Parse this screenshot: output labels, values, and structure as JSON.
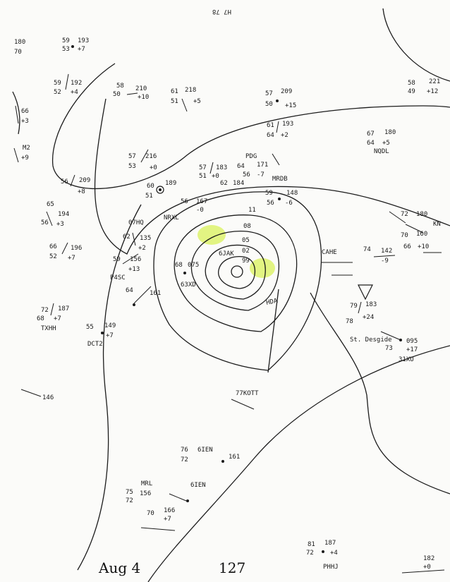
{
  "map": {
    "header_note": "H7 78",
    "caption": {
      "date": "Aug 4",
      "number": "127"
    },
    "isobar_labels": [
      "11",
      "08",
      "05",
      "02",
      "99"
    ],
    "center_code": "HDA",
    "colors": {
      "ink": "#1c1c1c",
      "highlight": "#d9f25a",
      "paper": "#fbfbf9"
    },
    "stations": [
      {
        "t": "180",
        "td": "70",
        "p": "",
        "tend": "",
        "code": ""
      },
      {
        "t": "59",
        "td": "53",
        "p": "193",
        "tend": "+7",
        "code": ""
      },
      {
        "t": "59",
        "td": "52",
        "p": "192",
        "tend": "+4",
        "code": ""
      },
      {
        "t": "58",
        "td": "50",
        "p": "210",
        "tend": "+10",
        "code": ""
      },
      {
        "t": "61",
        "td": "51",
        "p": "218",
        "tend": "+5",
        "code": ""
      },
      {
        "t": "57",
        "td": "50",
        "p": "209",
        "tend": "+15",
        "code": ""
      },
      {
        "t": "58",
        "td": "49",
        "p": "221",
        "tend": "+12",
        "code": ""
      },
      {
        "t": "66",
        "td": "",
        "p": "",
        "tend": "+3",
        "code": ""
      },
      {
        "t": "61",
        "td": "64",
        "p": "193",
        "tend": "+2",
        "code": ""
      },
      {
        "t": "67",
        "td": "64",
        "p": "180",
        "tend": "+5",
        "code": "NQDL"
      },
      {
        "t": "M2",
        "td": "",
        "p": "",
        "tend": "+9",
        "code": ""
      },
      {
        "t": "57",
        "td": "53",
        "p": "216",
        "tend": "+0",
        "code": ""
      },
      {
        "t": "57",
        "td": "51",
        "p": "183",
        "tend": "+0",
        "code": ""
      },
      {
        "t": "64",
        "td": "56",
        "p": "171",
        "tend": "-7",
        "code": "PDG"
      },
      {
        "t": "56",
        "td": "",
        "p": "209",
        "tend": "+8",
        "code": ""
      },
      {
        "t": "60",
        "td": "51",
        "p": "189",
        "tend": "",
        "code": ""
      },
      {
        "t": "62",
        "td": "",
        "p": "184",
        "tend": "",
        "code": "MRDB"
      },
      {
        "t": "59",
        "td": "56",
        "p": "148",
        "tend": "-6",
        "code": ""
      },
      {
        "t": "56",
        "td": "",
        "p": "167",
        "tend": "-0",
        "code": "NRXL"
      },
      {
        "t": "65",
        "td": "56",
        "p": "194",
        "tend": "+3",
        "code": ""
      },
      {
        "t": "",
        "td": "",
        "p": "",
        "tend": "",
        "code": "07HQ"
      },
      {
        "t": "62",
        "td": "",
        "p": "135",
        "tend": "+2",
        "code": ""
      },
      {
        "t": "72",
        "td": "",
        "p": "180",
        "tend": "",
        "code": ""
      },
      {
        "t": "70",
        "td": "",
        "p": "160",
        "tend": "",
        "code": "KN"
      },
      {
        "t": "66",
        "td": "52",
        "p": "196",
        "tend": "+7",
        "code": ""
      },
      {
        "t": "59",
        "td": "",
        "p": "156",
        "tend": "+13",
        "code": "P4SC"
      },
      {
        "t": "68",
        "td": "",
        "p": "075",
        "tend": "",
        "code": "63XD"
      },
      {
        "t": "66",
        "td": "",
        "p": "",
        "tend": "+10",
        "code": ""
      },
      {
        "t": "74",
        "td": "",
        "p": "142",
        "tend": "-9",
        "code": ""
      },
      {
        "t": "64",
        "td": "",
        "p": "161",
        "tend": "",
        "code": ""
      },
      {
        "t": "",
        "td": "",
        "p": "",
        "tend": "",
        "code": "6JAK"
      },
      {
        "t": "72",
        "td": "68",
        "p": "187",
        "tend": "+7",
        "code": "TXHH"
      },
      {
        "t": "55",
        "td": "",
        "p": "149",
        "tend": "+7",
        "code": "DCT2"
      },
      {
        "t": "79",
        "td": "78",
        "p": "183",
        "tend": "+24",
        "code": "St. Desgide"
      },
      {
        "t": "73",
        "td": "",
        "p": "095",
        "tend": "+17",
        "code": "31XU"
      },
      {
        "t": "",
        "td": "",
        "p": "146",
        "tend": "",
        "code": ""
      },
      {
        "t": "",
        "td": "",
        "p": "",
        "tend": "",
        "code": "77KOTT"
      },
      {
        "t": "76",
        "td": "72",
        "p": "161",
        "tend": "",
        "code": "6IEN"
      },
      {
        "t": "75",
        "td": "72",
        "p": "156",
        "tend": "",
        "code": "MRL"
      },
      {
        "t": "",
        "td": "",
        "p": "",
        "tend": "",
        "code": "6IEN"
      },
      {
        "t": "70",
        "td": "",
        "p": "166",
        "tend": "+7",
        "code": ""
      },
      {
        "t": "81",
        "td": "72",
        "p": "187",
        "tend": "+4",
        "code": "PHHJ"
      },
      {
        "t": "",
        "td": "",
        "p": "182",
        "tend": "+0",
        "code": ""
      }
    ]
  }
}
